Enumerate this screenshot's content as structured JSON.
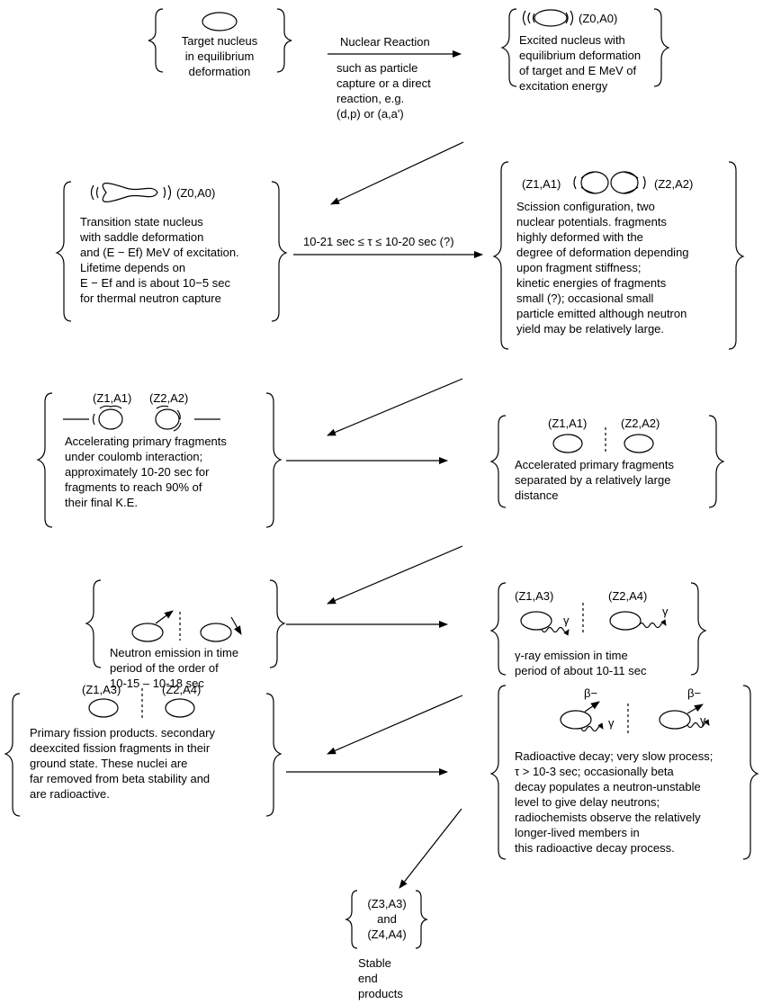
{
  "boxes": {
    "target": {
      "lines": [
        "Target nucleus",
        "in equilibrium",
        "deformation"
      ]
    },
    "excited": {
      "label": "(Z0,A0)",
      "lines": [
        "Excited nucleus with",
        "equilibrium deformation",
        "of target and E MeV of",
        "excitation energy"
      ]
    },
    "transition": {
      "label": "(Z0,A0)",
      "lines": [
        "Transition state nucleus",
        "with saddle deformation",
        "and (E − Ef) MeV of excitation.",
        "Lifetime depends on",
        "E − Ef and is about 10−5 sec",
        "for thermal neutron capture"
      ]
    },
    "scission": {
      "label_left": "(Z1,A1)",
      "label_right": "(Z2,A2)",
      "lines": [
        "Scission configuration, two",
        "nuclear potentials. fragments",
        "highly deformed with the",
        "degree of deformation depending",
        "upon fragment stiffness;",
        "kinetic energies of fragments",
        "small (?); occasional small",
        "particle emitted although neutron",
        "yield may be relatively large."
      ]
    },
    "accelerating": {
      "label_left": "(Z1,A1)",
      "label_right": "(Z2,A2)",
      "lines": [
        "Accelerating primary fragments",
        "under coulomb interaction;",
        "approximately 10-20 sec for",
        "fragments to reach 90% of",
        "their final K.E."
      ]
    },
    "accelerated": {
      "label_left": "(Z1,A1)",
      "label_right": "(Z2,A2)",
      "lines": [
        "Accelerated primary fragments",
        "separated by a relatively large",
        "distance"
      ]
    },
    "neutron": {
      "lines": [
        "Neutron emission in time",
        "period of the order of",
        "10-15 – 10-18 sec"
      ]
    },
    "gamma": {
      "label_left": "(Z1,A3)",
      "label_right": "(Z2,A4)",
      "gamma_symbol": "γ",
      "lines": [
        "γ-ray emission in time",
        "period of about 10-11 sec"
      ]
    },
    "primary": {
      "label_left": "(Z1,A3)",
      "label_right": "(Z2,A4)",
      "lines": [
        "Primary fission products. secondary",
        "deexcited fission fragments in their",
        "ground state. These nuclei are",
        "far removed from beta stability and",
        "are radioactive."
      ]
    },
    "radioactive": {
      "beta_symbol": "β−",
      "gamma_symbol": "γ",
      "lines": [
        "Radioactive decay; very slow process;",
        "τ > 10-3 sec; occasionally beta",
        "decay populates a neutron-unstable",
        "level to give delay neutrons;",
        "radiochemists observe the relatively",
        "longer-lived members in",
        "this radioactive decay process."
      ]
    },
    "final": {
      "lines": [
        "(Z3,A3)",
        "and",
        "(Z4,A4)"
      ],
      "caption": [
        "Stable",
        "end",
        "products"
      ]
    }
  },
  "arrows": {
    "nuclear_reaction": {
      "title": "Nuclear Reaction",
      "lines": [
        "such as particle",
        "capture or a direct",
        "reaction, e.g.",
        "(d,p) or (a,a')"
      ]
    },
    "lifetime": {
      "label": "10-21 sec ≤ τ ≤ 10-20 sec (?)"
    }
  }
}
